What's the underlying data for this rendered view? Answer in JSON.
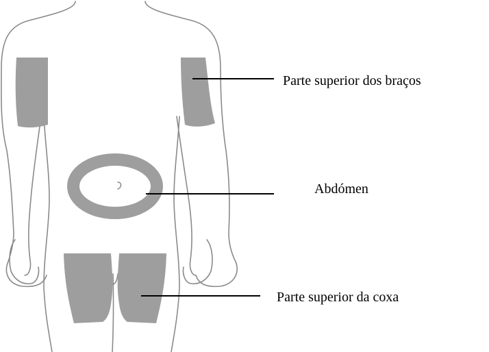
{
  "diagram": {
    "labels": {
      "upper_arms": "Parte superior dos braços",
      "abdomen": "Abdómen",
      "upper_thigh": "Parte superior da coxa"
    },
    "colors": {
      "body_outline": "#8a8a8a",
      "injection_area": "#9e9e9e",
      "leader_line": "#000000",
      "background": "#ffffff"
    }
  }
}
